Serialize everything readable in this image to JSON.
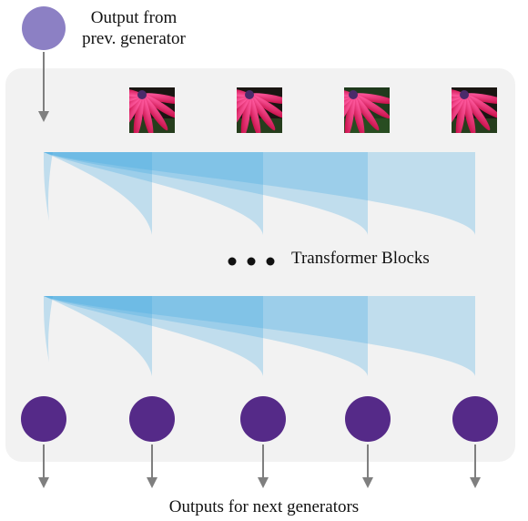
{
  "input": {
    "label_line1": "Output from",
    "label_line2": "prev. generator",
    "node_color": "#8c80c4"
  },
  "container": {
    "fill": "#f2f2f2"
  },
  "thumbnails": [
    {
      "icon": "pink-daisy-flower-image"
    },
    {
      "icon": "pink-daisy-flower-image"
    },
    {
      "icon": "pink-daisy-flower-image"
    },
    {
      "icon": "pink-daisy-flower-image"
    }
  ],
  "attention": {
    "fan_color": "#3aa6e0",
    "block_rows": 2
  },
  "ellipsis": {
    "symbol": "• • •"
  },
  "blocks_label": "Transformer Blocks",
  "outputs": {
    "count": 5,
    "node_color": "#552a88",
    "arrow_color": "#7f7f7f",
    "label": "Outputs for next generators"
  }
}
